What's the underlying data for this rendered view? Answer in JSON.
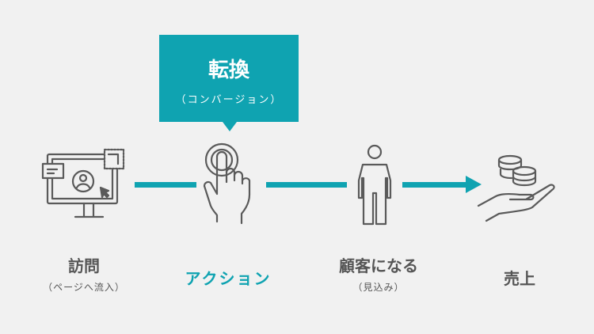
{
  "callout": {
    "title": "転換",
    "subtitle": "（コンバージョン）"
  },
  "steps": [
    {
      "label": "訪問",
      "sub": "（ページへ流入）",
      "icon": "monitor-visit-icon"
    },
    {
      "label": "アクション",
      "icon": "hand-tap-icon"
    },
    {
      "label": "顧客になる",
      "sub": "（見込み）",
      "icon": "person-icon"
    },
    {
      "label": "売上",
      "icon": "hand-coins-icon"
    }
  ],
  "colors": {
    "accent": "#0fa3b1",
    "text": "#555555",
    "background": "#f1f1f1"
  }
}
